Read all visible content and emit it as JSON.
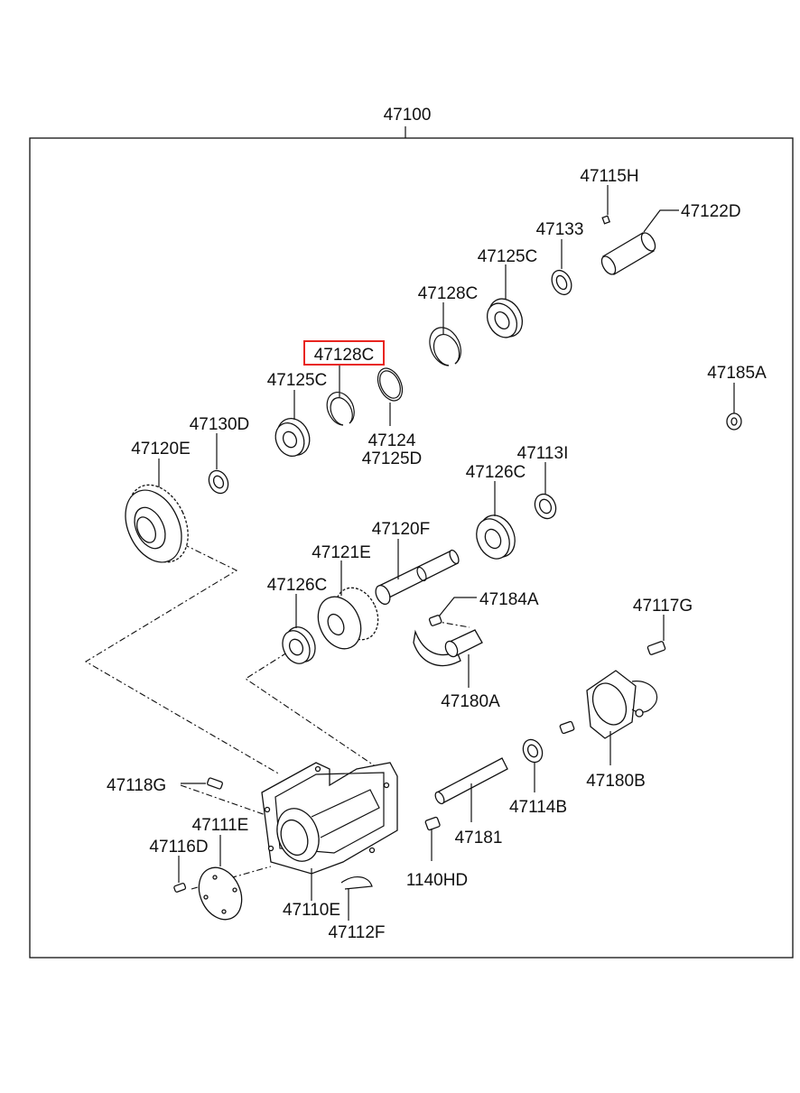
{
  "diagram": {
    "assembly_label": "47100",
    "highlighted_part": "47128C",
    "colors": {
      "line": "#111111",
      "highlight": "#e8251f",
      "background": "#ffffff"
    },
    "labels": {
      "p47115H": "47115H",
      "p47122D": "47122D",
      "p47133": "47133",
      "p47125C_top": "47125C",
      "p47128C_top": "47128C",
      "p47128C_hl": "47128C",
      "p47185A": "47185A",
      "p47125C_mid": "47125C",
      "p47130D": "47130D",
      "p47124": "47124",
      "p47125D": "47125D",
      "p47120E": "47120E",
      "p47113I": "47113I",
      "p47126C_right": "47126C",
      "p47120F": "47120F",
      "p47121E": "47121E",
      "p47126C_left": "47126C",
      "p47184A": "47184A",
      "p47117G": "47117G",
      "p47180A": "47180A",
      "p47180B": "47180B",
      "p47118G": "47118G",
      "p47114B": "47114B",
      "p47111E": "47111E",
      "p47181": "47181",
      "p47116D": "47116D",
      "p1140HD": "1140HD",
      "p47110E": "47110E",
      "p47112F": "47112F"
    }
  }
}
